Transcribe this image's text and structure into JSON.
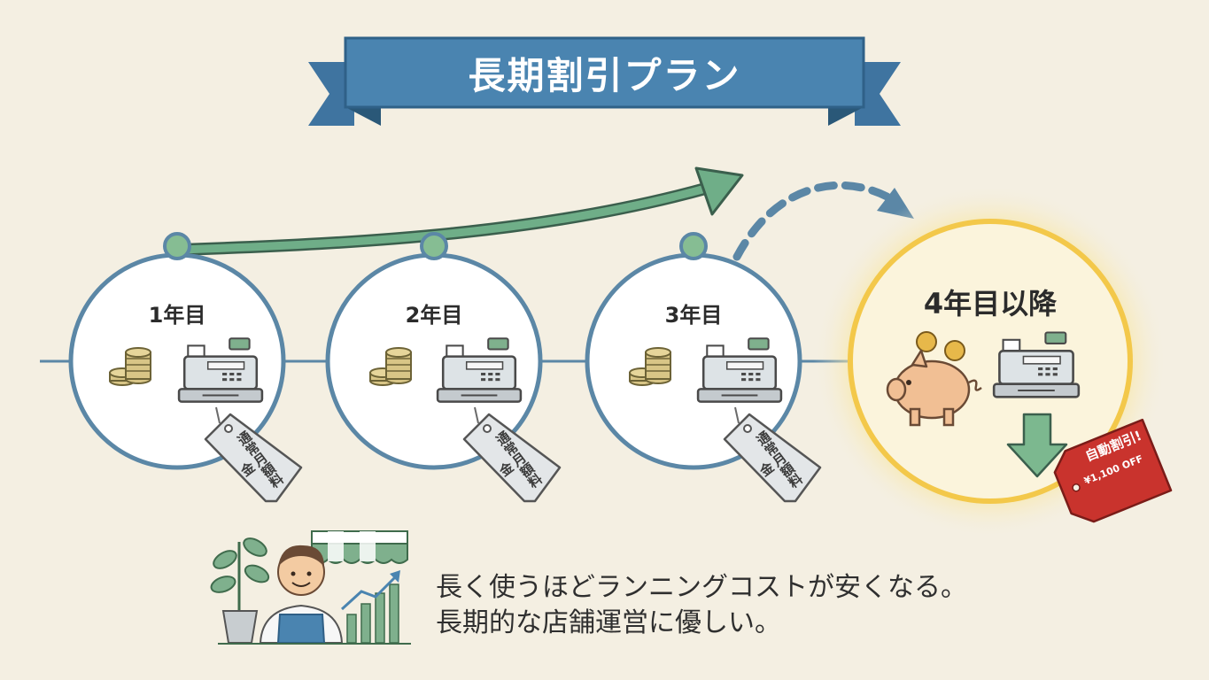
{
  "title": "長期割引プラン",
  "steps": [
    {
      "label": "1年目",
      "tag": "通常月額料金"
    },
    {
      "label": "2年目",
      "tag": "通常月額料金"
    },
    {
      "label": "3年目",
      "tag": "通常月額料金"
    },
    {
      "label": "4年目以降",
      "discount_line1": "自動割引!",
      "discount_line2": "¥1,100 OFF"
    }
  ],
  "caption": {
    "line1": "長く使うほどランニングコストが安くなる。",
    "line2": "長期的な店舗運営に優しい。"
  },
  "colors": {
    "background": "#f4efe2",
    "banner": "#4a84b0",
    "timeline": "#5b87a6",
    "arrow_green": "#5fa37c",
    "highlight": "#f6cc4a",
    "discount_tag": "#c9332d"
  },
  "icons": [
    "coin-stack-icon",
    "cash-register-icon",
    "price-tag-icon",
    "piggy-bank-icon",
    "down-arrow-icon",
    "shopkeeper-icon",
    "plant-icon",
    "growth-chart-icon"
  ]
}
